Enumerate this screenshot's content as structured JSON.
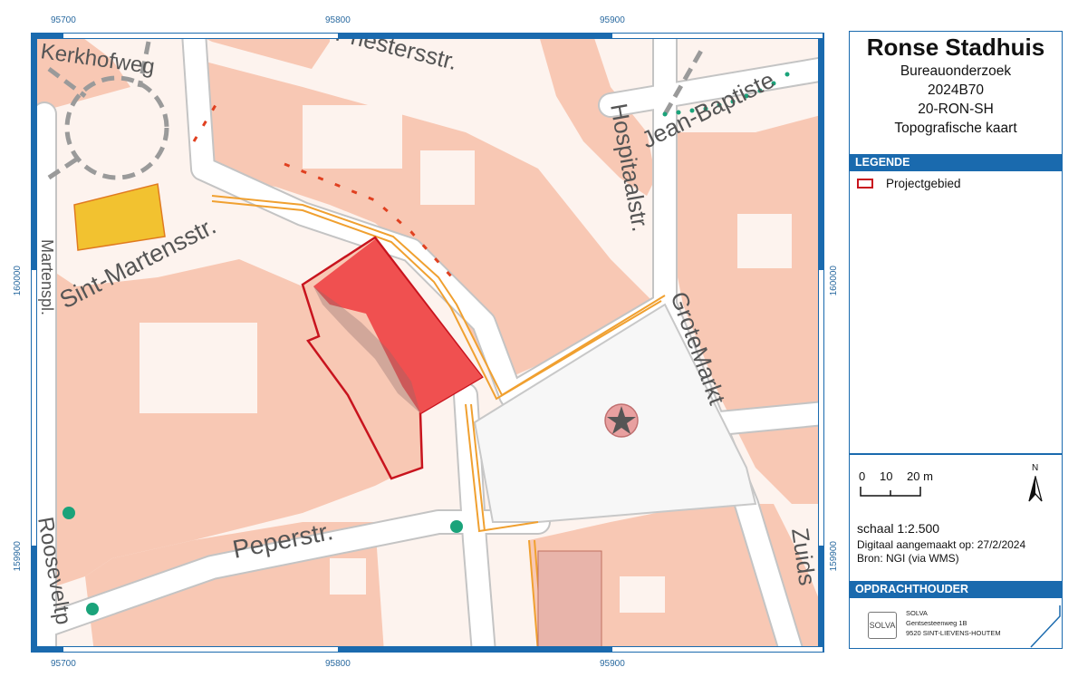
{
  "map": {
    "top_coords": [
      "95700",
      "95800",
      "95900"
    ],
    "bottom_coords": [
      "95700",
      "95800",
      "95900"
    ],
    "left_coords": [
      "160000",
      "159900"
    ],
    "right_coords": [
      "160000",
      "159900"
    ],
    "street_labels": {
      "kerkhofweg": "Kerkhofweg",
      "priestersstr": "Priestersstr.",
      "hospitaalstr": "Hospitaalstr.",
      "jean_baptiste": "Jean-Baptiste",
      "sint_martensstr": "Sint-Martensstr.",
      "sint_martenspl": "Martenspl.",
      "grotemarkt": "GroteMarkt",
      "peperstr": "Peperstr.",
      "rooseveltpl": "Rooseveltp",
      "zuidstr": "Zuids"
    },
    "colors": {
      "building": "#f8c8b4",
      "ground": "#fdf3ee",
      "road": "#ffffff",
      "road_edge": "#bdbdbd",
      "project": "#f05050",
      "project_outline": "#c8141e",
      "yellow": "#f2c230",
      "frame": "#1a6aae"
    }
  },
  "legend": {
    "title": "Ronse Stadhuis",
    "subtitle_lines": [
      "Bureauonderzoek",
      "2024B70",
      "20-RON-SH",
      "Topografische kaart"
    ],
    "legend_header": "LEGENDE",
    "legend_items": [
      {
        "label": "Projectgebied",
        "color": "#c8141e",
        "icon": "red-outline-rectangle"
      }
    ],
    "scale_bar": {
      "ticks": [
        "0",
        "10",
        "20 m"
      ]
    },
    "north_label": "N",
    "scale_text": "schaal  1:2.500",
    "created_text": "Digitaal aangemaakt op: 27/2/2024",
    "source_text": "Bron: NGI (via WMS)",
    "owner_header": "OPDRACHTHOUDER",
    "owner_logo": "SOLVA",
    "owner_name": "SOLVA",
    "owner_address_1": "Gentsesteenweg 1B",
    "owner_address_2": "9520 SINT-LIEVENS-HOUTEM"
  }
}
